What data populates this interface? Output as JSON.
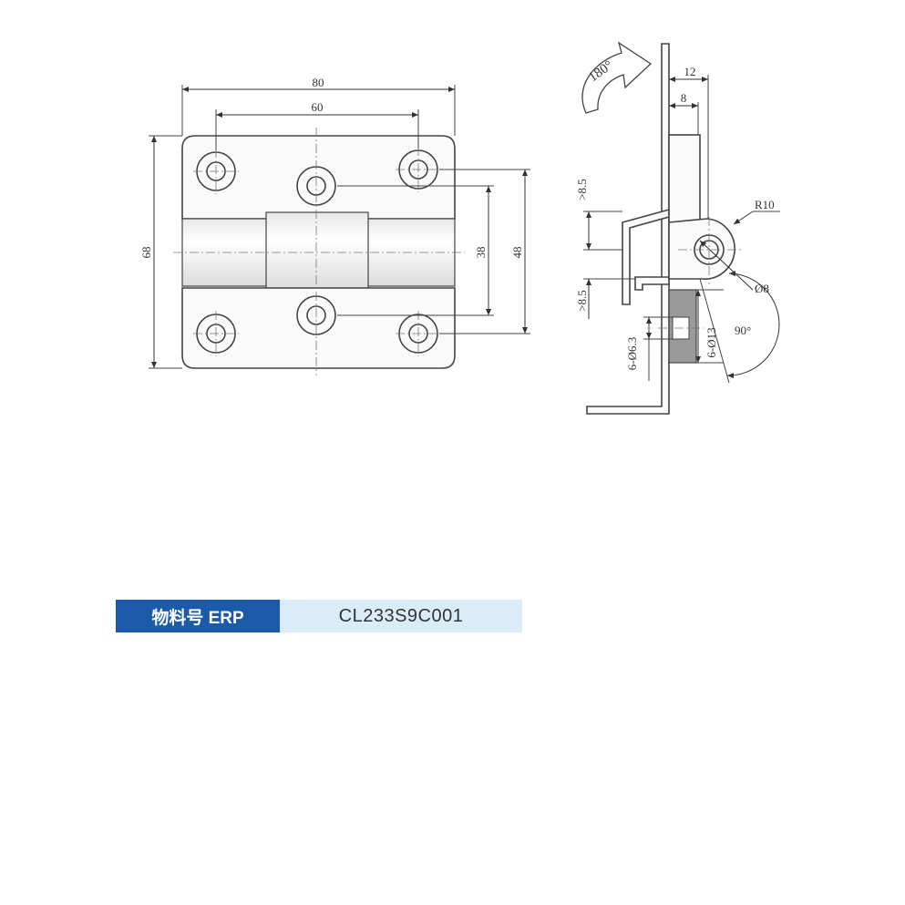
{
  "front_view": {
    "dim_overall_width": "80",
    "dim_hole_spacing": "60",
    "dim_overall_height": "68",
    "dim_hole_vertical_38": "38",
    "dim_hole_vertical_48": "48"
  },
  "side_view": {
    "rotation_angle": "180°",
    "dim_12": "12",
    "dim_8": "8",
    "dim_gap_top": ">8.5",
    "dim_gap_bottom": ">8.5",
    "radius": "R10",
    "pin_diameter": "Ø8",
    "counterbore": "6-Ø13",
    "hole_diameter": "6-Ø6.3",
    "open_angle": "90°"
  },
  "erp": {
    "label": "物料号 ERP",
    "value": "CL233S9C001"
  }
}
